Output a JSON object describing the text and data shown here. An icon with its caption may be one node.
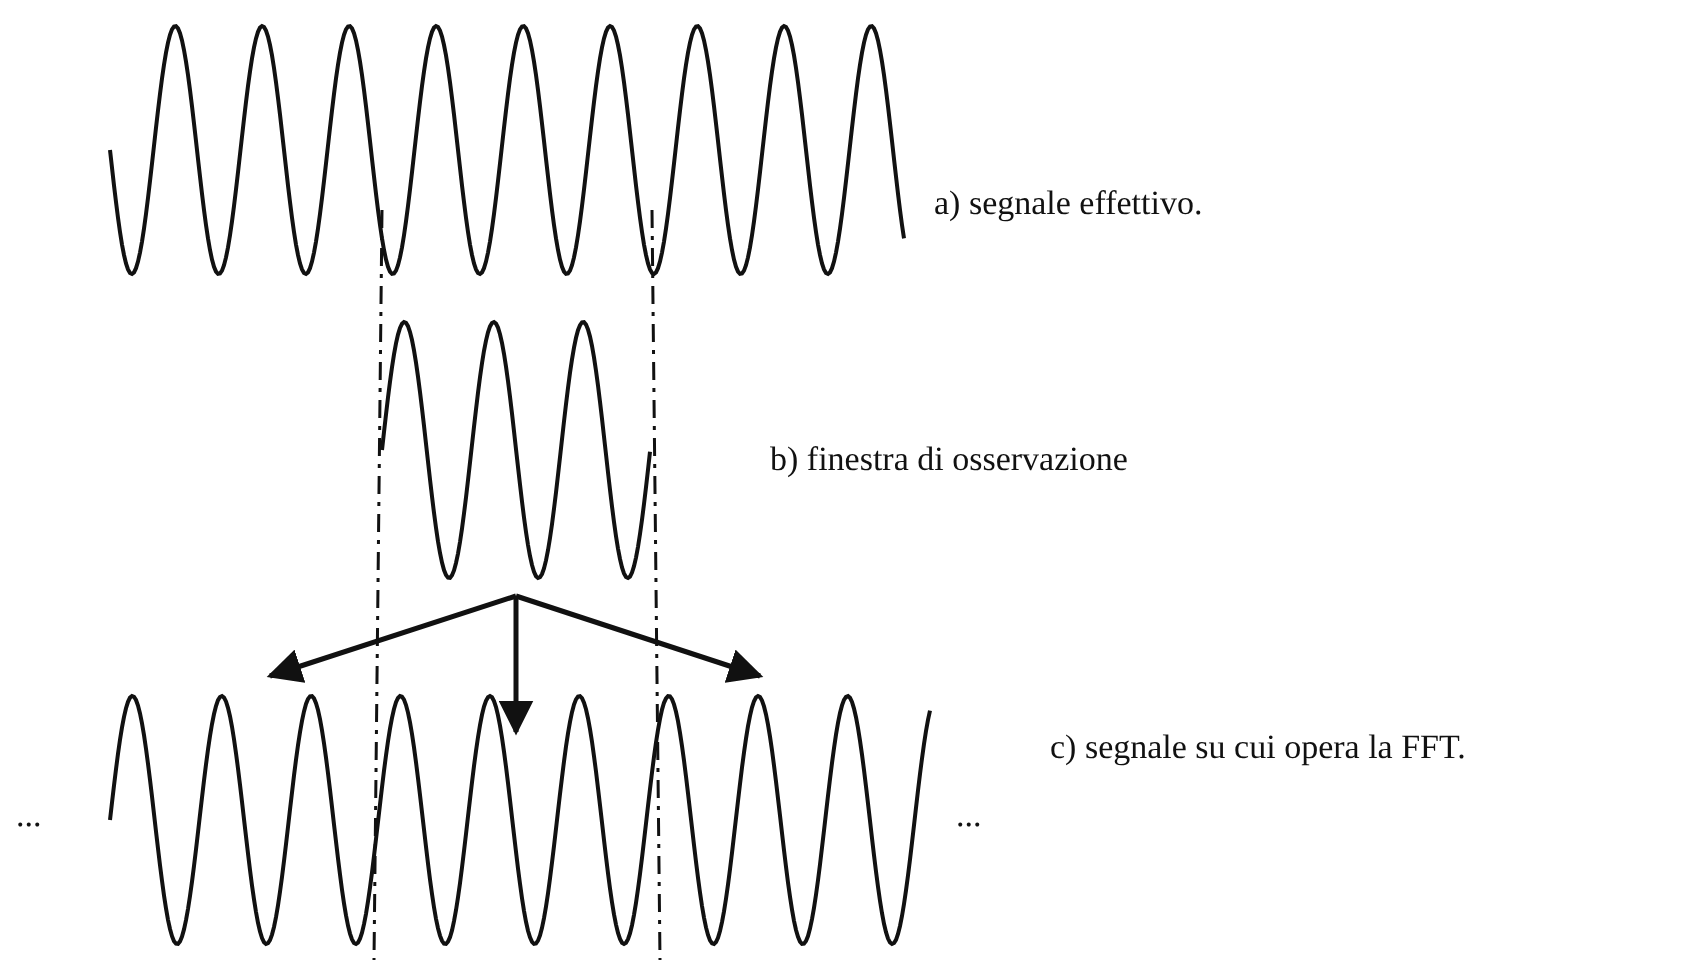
{
  "diagram": {
    "labels": [
      "a) segnale effettivo.",
      "b) finestra di osservazione",
      "c) segnale su cui opera la FFT.",
      "...",
      "..."
    ]
  }
}
